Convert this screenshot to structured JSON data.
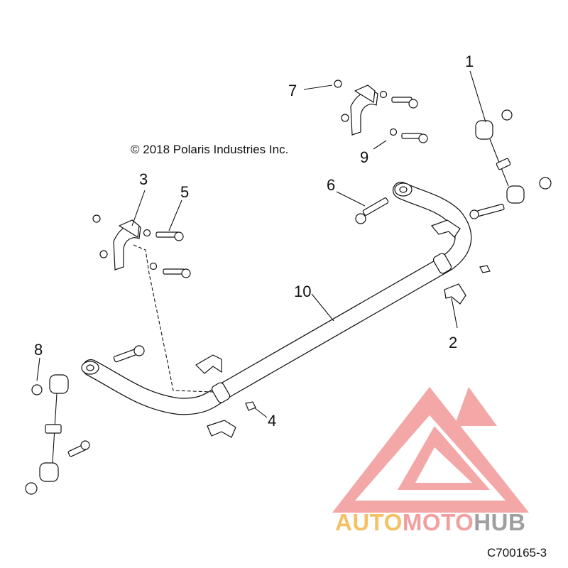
{
  "diagram": {
    "copyright": "© 2018 Polaris Industries Inc.",
    "part_number": "C700165-3",
    "callouts": [
      {
        "id": "1",
        "label": "1"
      },
      {
        "id": "2",
        "label": "2"
      },
      {
        "id": "3",
        "label": "3"
      },
      {
        "id": "4",
        "label": "4"
      },
      {
        "id": "5",
        "label": "5"
      },
      {
        "id": "6",
        "label": "6"
      },
      {
        "id": "7",
        "label": "7"
      },
      {
        "id": "8",
        "label": "8"
      },
      {
        "id": "9",
        "label": "9"
      },
      {
        "id": "10",
        "label": "10"
      }
    ]
  },
  "watermark": {
    "brand_part1": "AUTO",
    "brand_part2": "MOTO",
    "brand_part3": "HUB",
    "color_primary": "#f08a8a",
    "color_accent": "#f2b544",
    "color_dark": "#8a8a8a"
  }
}
